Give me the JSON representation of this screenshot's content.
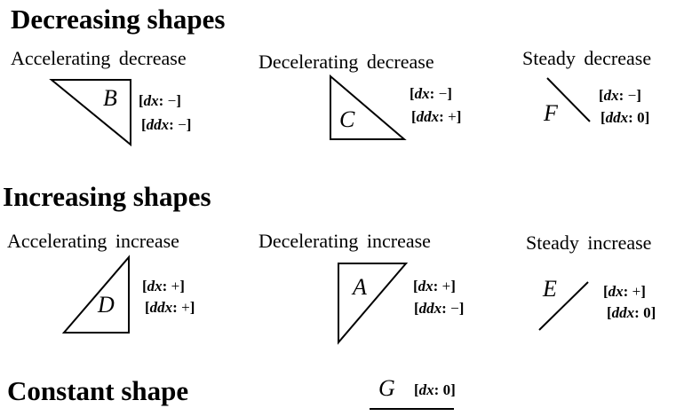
{
  "headings": {
    "decreasing": "Decreasing shapes",
    "increasing": "Increasing shapes",
    "constant": "Constant shape"
  },
  "shapes": {
    "B": {
      "category": "Accelerating decrease",
      "letter": "B",
      "dx": "−",
      "ddx": "−"
    },
    "C": {
      "category": "Decelerating decrease",
      "letter": "C",
      "dx": "−",
      "ddx": "+"
    },
    "F": {
      "category": "Steady decrease",
      "letter": "F",
      "dx": "−",
      "ddx": "0"
    },
    "D": {
      "category": "Accelerating increase",
      "letter": "D",
      "dx": "+",
      "ddx": "+"
    },
    "A": {
      "category": "Decelerating increase",
      "letter": "A",
      "dx": "+",
      "ddx": "−"
    },
    "E": {
      "category": "Steady increase",
      "letter": "E",
      "dx": "+",
      "ddx": "0"
    },
    "G": {
      "letter": "G",
      "dx": "0"
    }
  },
  "var_names": {
    "dx": "dx",
    "ddx": "ddx"
  }
}
